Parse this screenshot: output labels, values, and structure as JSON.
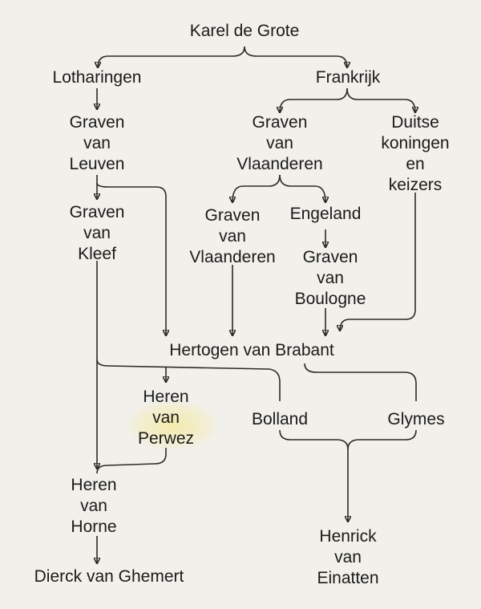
{
  "nodes": {
    "karel": [
      "Karel de Grote"
    ],
    "lotharingen": [
      "Lotharingen"
    ],
    "frankrijk": [
      "Frankrijk"
    ],
    "graven_leuven": [
      "Graven",
      "van",
      "Leuven"
    ],
    "graven_vlaanderen_1": [
      "Graven",
      "van",
      "Vlaanderen"
    ],
    "duitse": [
      "Duitse",
      "koningen",
      "en",
      "keizers"
    ],
    "graven_kleef": [
      "Graven",
      "van",
      "Kleef"
    ],
    "graven_vlaanderen_2": [
      "Graven",
      "van",
      "Vlaanderen"
    ],
    "engeland": [
      "Engeland"
    ],
    "graven_boulogne": [
      "Graven",
      "van",
      "Boulogne"
    ],
    "hertogen": [
      "Hertogen van Brabant"
    ],
    "heren_perwez": [
      "Heren",
      "van",
      "Perwez"
    ],
    "bolland": [
      "Bolland"
    ],
    "glymes": [
      "Glymes"
    ],
    "heren_horne": [
      "Heren",
      "van",
      "Horne"
    ],
    "henrick": [
      "Henrick",
      "van",
      "Einatten"
    ],
    "dierck": [
      "Dierck van Ghemert"
    ]
  }
}
